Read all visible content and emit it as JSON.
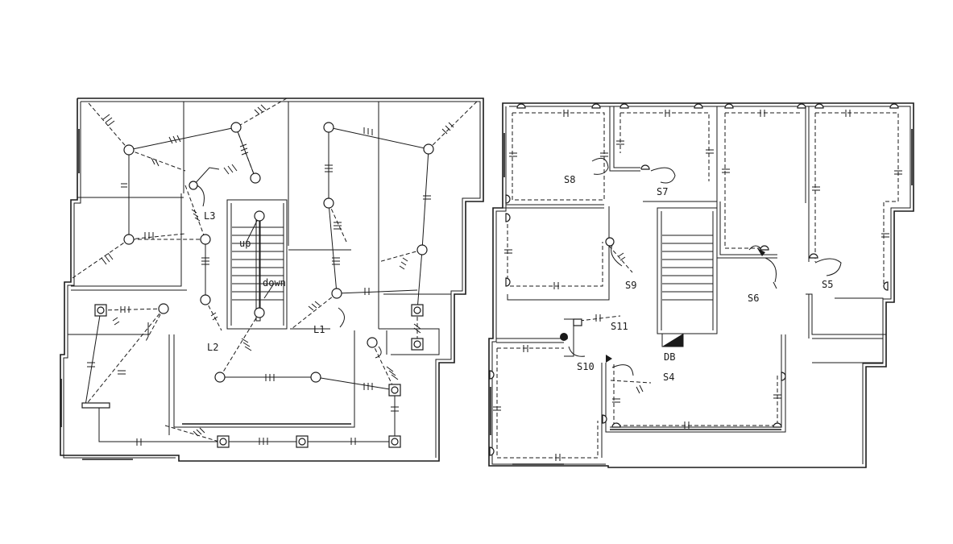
{
  "left_plan": {
    "room_labels": {
      "up": "up",
      "down": "down"
    },
    "circuit_labels": {
      "l1": "L1",
      "l2": "L2",
      "l3": "L3"
    }
  },
  "right_plan": {
    "switch_labels": {
      "s4": "S4",
      "s5": "S5",
      "s6": "S6",
      "s7": "S7",
      "s8": "S8",
      "s9": "S9",
      "s10": "S10",
      "s11": "S11"
    },
    "board_label": "DB"
  },
  "colors": {
    "line": "#1a1a1a",
    "background": "#ffffff"
  }
}
